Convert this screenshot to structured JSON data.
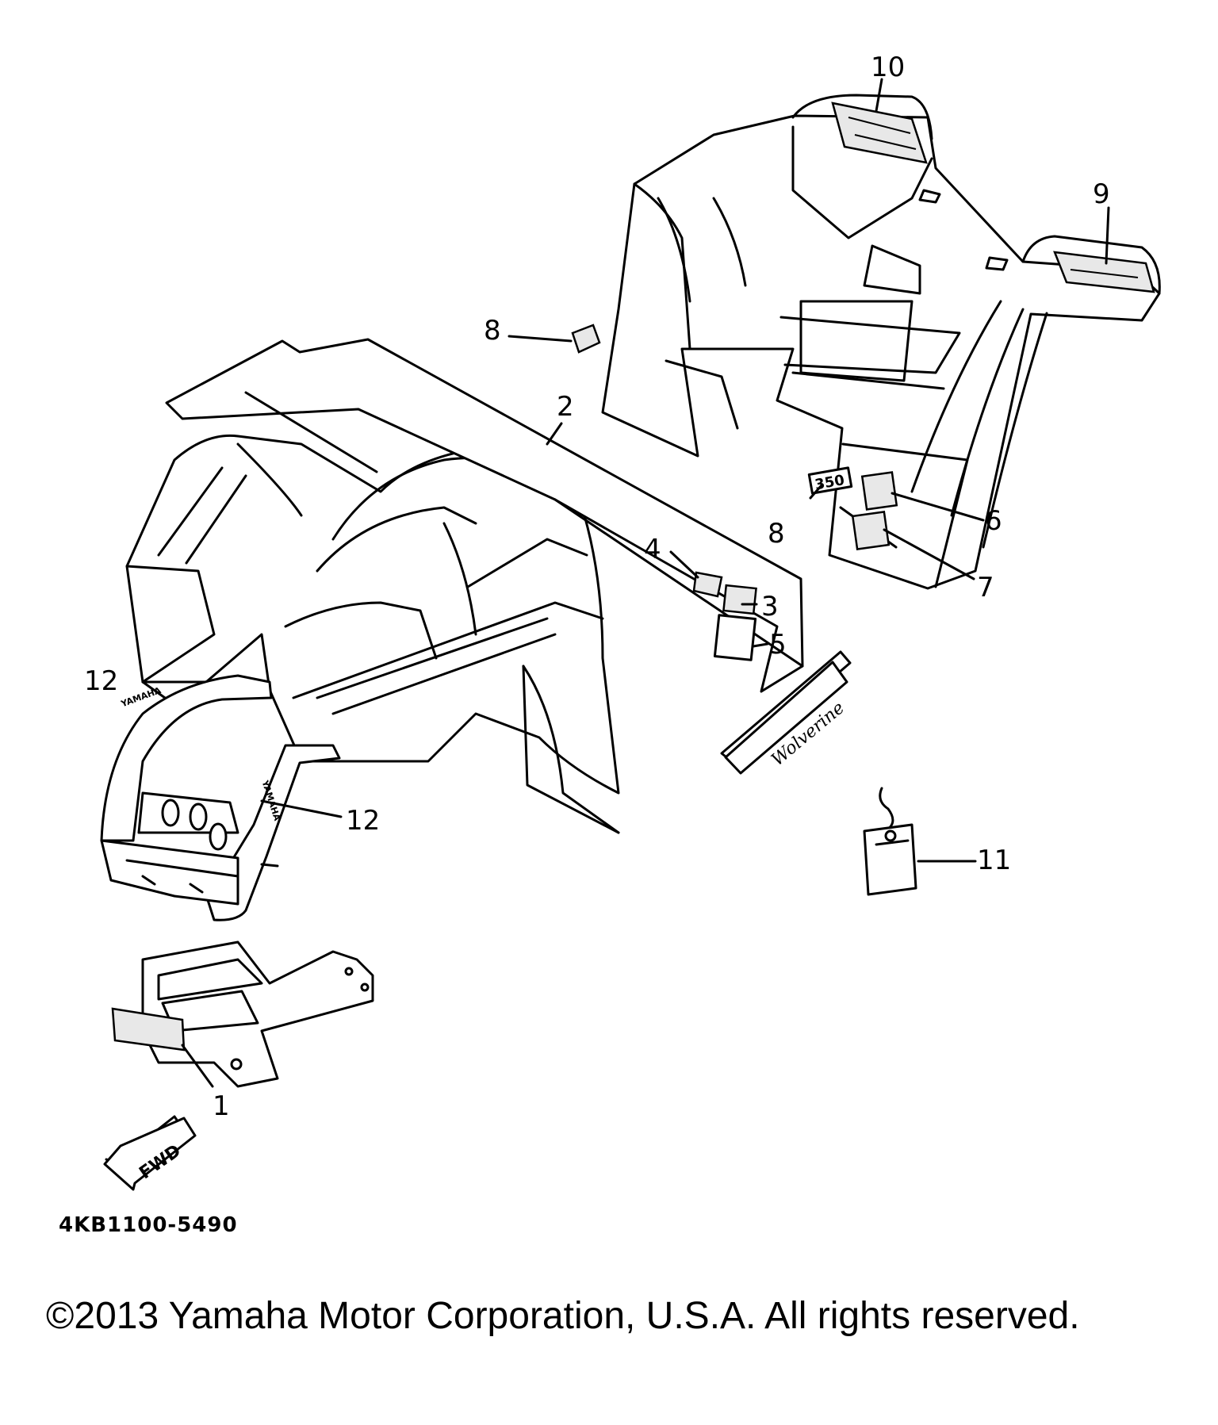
{
  "callouts": {
    "c1": "1",
    "c2": "2",
    "c3": "3",
    "c4": "4",
    "c5": "5",
    "c6": "6",
    "c7": "7",
    "c8a": "8",
    "c8b": "8",
    "c9": "9",
    "c10": "10",
    "c11": "11",
    "c12a": "12",
    "c12b": "12"
  },
  "decals": {
    "fwd_arrow": "FWD",
    "badge_350": "350",
    "wolverine_logo": "Wolverine",
    "yamaha_tag_a": "YAMAHA",
    "yamaha_tag_b": "YAMAHA"
  },
  "part_code": "4KB1100-5490",
  "copyright": "©2013 Yamaha Motor Corporation, U.S.A. All rights reserved."
}
